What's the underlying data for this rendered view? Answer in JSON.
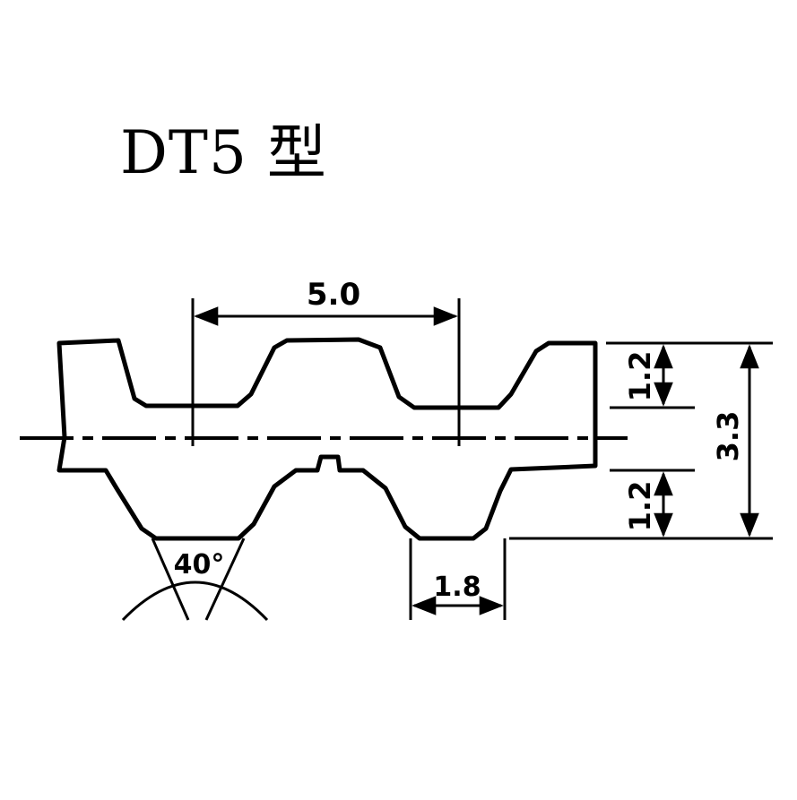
{
  "title": "DT5 型",
  "dimensions": {
    "pitch": "5.0",
    "tooth_height_upper": "1.2",
    "tooth_height_lower": "1.2",
    "total_thickness": "3.3",
    "tooth_land_width": "1.8",
    "tooth_angle": "40°"
  }
}
